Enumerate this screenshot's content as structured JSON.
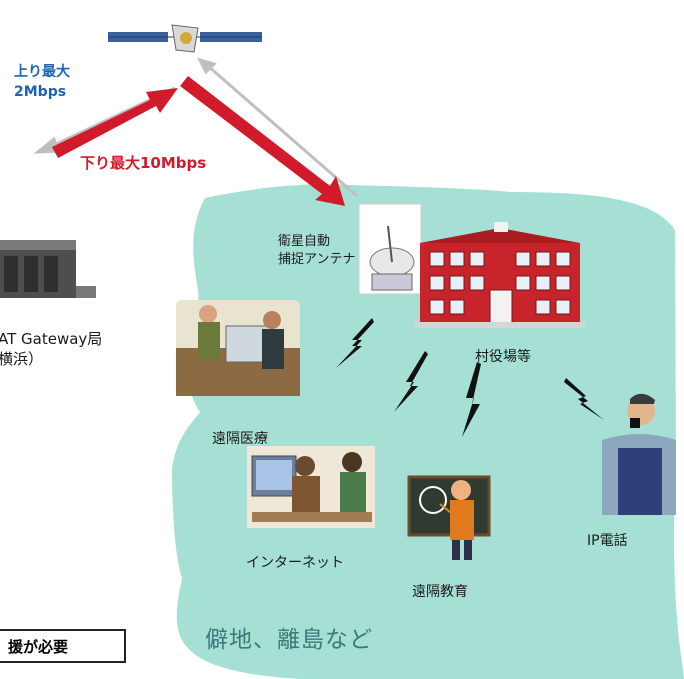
{
  "uplink": {
    "line1": "上り最大",
    "line2": "2Mbps"
  },
  "downlink": {
    "label": "下り最大10Mbps"
  },
  "antenna": {
    "line1": "衛星自動",
    "line2": "捕捉アンテナ"
  },
  "gateway": {
    "line1": "AT Gateway局",
    "line2": "横浜）"
  },
  "nodes": {
    "office": "村役場等",
    "medical": "遠隔医療",
    "internet": "インターネット",
    "education": "遠隔教育",
    "ip_phone": "IP電話"
  },
  "region_label": "僻地、離島など",
  "support_note": "援が必要",
  "colors": {
    "land": "#a6e0d4",
    "downlink_arrow": "#d11a2a",
    "uplink_arrow": "#bfbfbf",
    "link_bolt": "#111111",
    "building": "#c8242b"
  }
}
